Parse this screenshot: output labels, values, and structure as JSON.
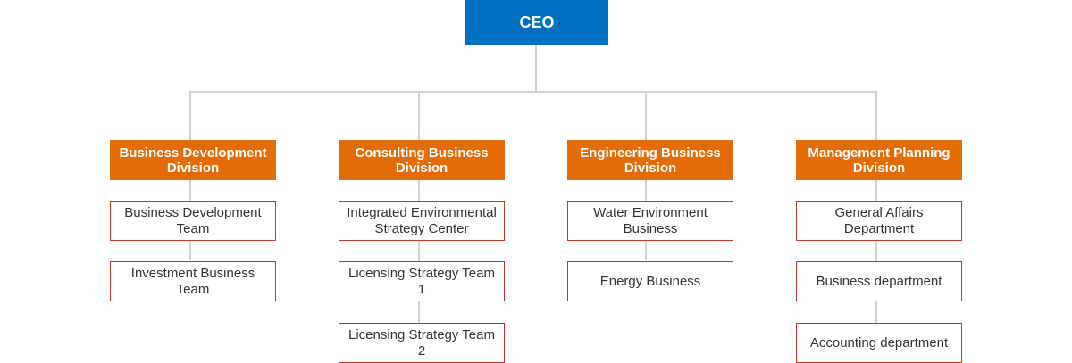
{
  "colors": {
    "ceo": "#0070c0",
    "division": "#e36c09",
    "team_border": "#c0392b",
    "connector": "#d3d3d3"
  },
  "ceo": {
    "label": "CEO"
  },
  "divisions": [
    {
      "label": "Business Development Division",
      "teams": [
        {
          "label": "Business Development Team"
        },
        {
          "label": "Investment Business Team"
        }
      ]
    },
    {
      "label": "Consulting Business Division",
      "teams": [
        {
          "label": "Integrated Environmental Strategy Center"
        },
        {
          "label": "Licensing Strategy Team 1"
        },
        {
          "label": "Licensing Strategy Team 2"
        }
      ]
    },
    {
      "label": "Engineering Business Division",
      "teams": [
        {
          "label": "Water Environment Business"
        },
        {
          "label": "Energy Business"
        }
      ]
    },
    {
      "label": "Management Planning Division",
      "teams": [
        {
          "label": "General Affairs Department"
        },
        {
          "label": "Business department"
        },
        {
          "label": "Accounting department"
        }
      ]
    }
  ]
}
